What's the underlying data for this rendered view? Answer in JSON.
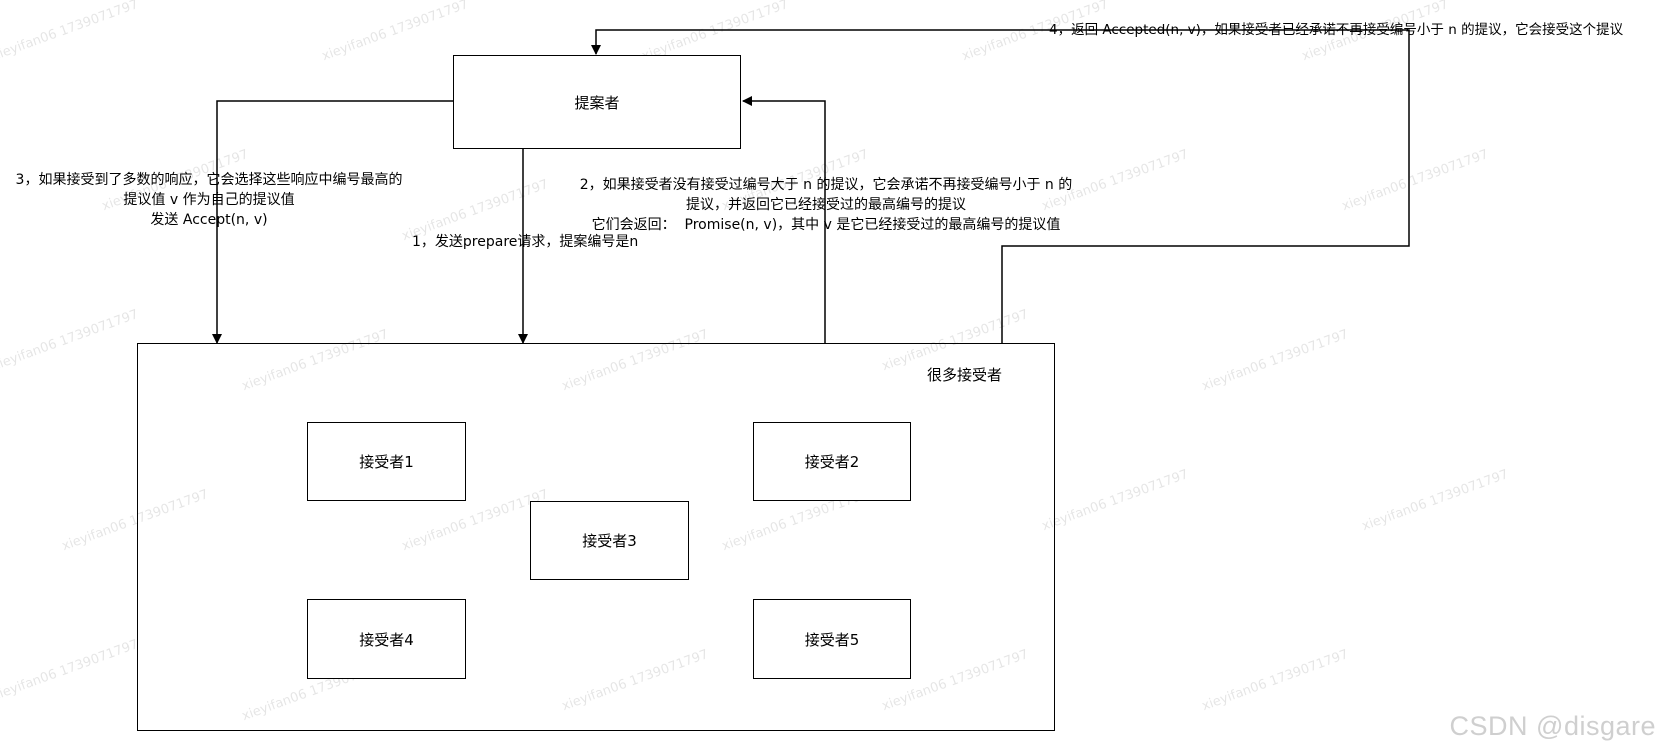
{
  "proposer": {
    "label": "提案者"
  },
  "acceptors_group": {
    "title": "很多接受者",
    "acceptors": [
      "接受者1",
      "接受者2",
      "接受者3",
      "接受者4",
      "接受者5"
    ]
  },
  "steps": {
    "step1": "1，发送prepare请求，提案编号是n",
    "step2": "2，如果接受者没有接受过编号大于 n 的提议，它会承诺不再接受编号小于 n 的\n提议，并返回它已经接受过的最高编号的提议\n它们会返回：  Promise(n, v)，其中 v 是它已经接受过的最高编号的提议值",
    "step3": "3，如果接受到了多数的响应，它会选择这些响应中编号最高的\n提议值 v 作为自己的提议值\n发送 Accept(n, v)",
    "step4": "4，返回 Accepted(n, v)，如果接受者已经承诺不再接受编号小于 n 的提议，它会接受这个提议"
  },
  "watermark": "xieyifan06 1739071797",
  "footer": "CSDN @disgare"
}
